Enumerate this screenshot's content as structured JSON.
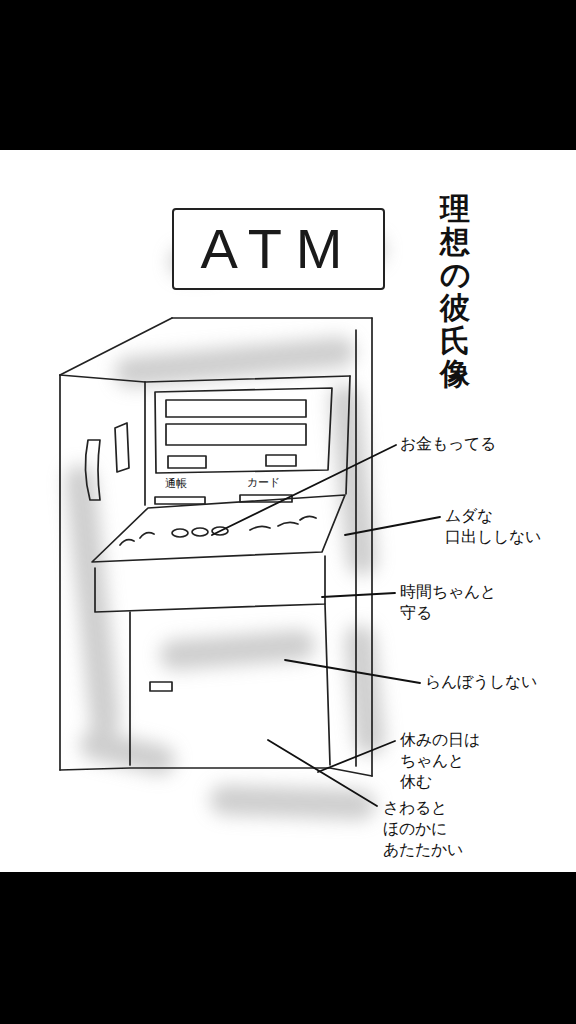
{
  "diagram": {
    "title": "理想の彼氏像",
    "nodes": [
      {
        "text": [
          "ATM"
        ]
      }
    ],
    "labels": [
      "通帳",
      "カード",
      "お金もってる",
      "ムダな 口出ししない",
      "時間ちゃんと 守る",
      "らんぼうしない",
      "休みの日は ちゃんと 休む",
      "さわると ほのかに あたたかい"
    ]
  }
}
